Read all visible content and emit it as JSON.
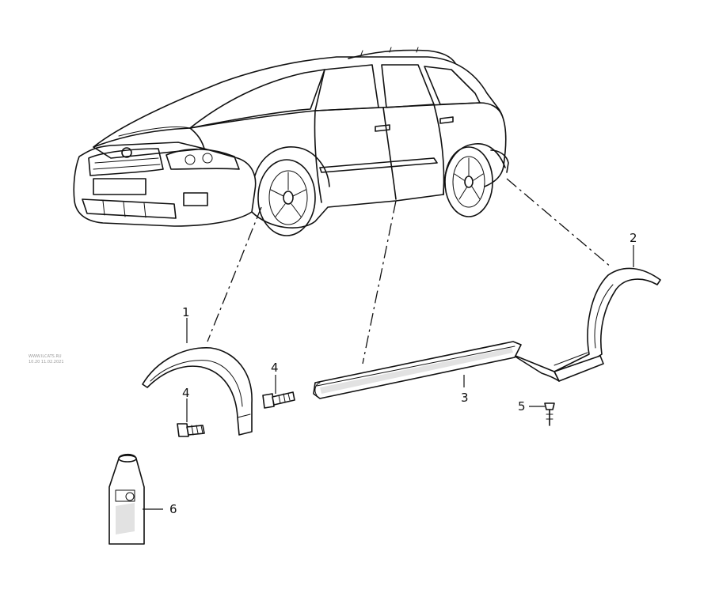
{
  "watermark": {
    "line1": "WWW.ILCATS.RU",
    "line2": "10.20 11.02.2021"
  },
  "callouts": [
    {
      "id": "c1",
      "label": "1"
    },
    {
      "id": "c2",
      "label": "2"
    },
    {
      "id": "c3",
      "label": "3"
    },
    {
      "id": "c4a",
      "label": "4"
    },
    {
      "id": "c4b",
      "label": "4"
    },
    {
      "id": "c5",
      "label": "5"
    },
    {
      "id": "c6",
      "label": "6"
    }
  ],
  "colors": {
    "ink": "#111111",
    "background": "#ffffff"
  }
}
